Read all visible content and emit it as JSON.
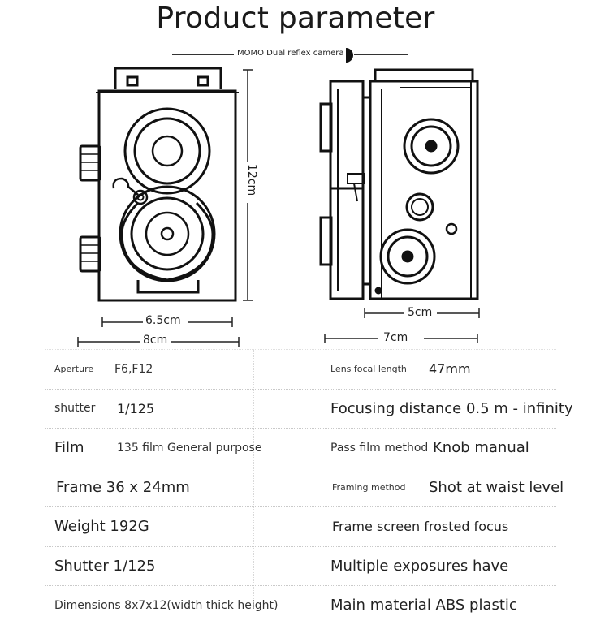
{
  "title": "Product parameter",
  "subtitle": "MOMO Dual reflex camera",
  "dimensions": {
    "front_width_inner": "6.5cm",
    "front_width_outer": "8cm",
    "height": "12cm",
    "side_depth_inner": "5cm",
    "side_depth_outer": "7cm"
  },
  "specs": [
    {
      "left_label": "Aperture",
      "left_value": "F6,F12",
      "right_label": "Lens focal length",
      "right_value": "47mm"
    },
    {
      "left_label": "shutter",
      "left_value": "1/125",
      "right_label": "Focusing distance 0.5 m - infinity",
      "right_value": ""
    },
    {
      "left_label": "Film",
      "left_value": "135 film General purpose",
      "right_label": "Pass film method",
      "right_value": "Knob manual"
    },
    {
      "left_label": "Frame 36 x 24mm",
      "left_value": "",
      "right_label": "Framing method",
      "right_value": "Shot at waist level"
    },
    {
      "left_label": "Weight 192G",
      "left_value": "",
      "right_label": "Frame screen frosted focus",
      "right_value": ""
    },
    {
      "left_label": "Shutter 1/125",
      "left_value": "",
      "right_label": "Multiple exposures have",
      "right_value": ""
    },
    {
      "left_label": "Dimensions 8x7x12(width thick height)",
      "left_value": "",
      "right_label": "Main material ABS plastic",
      "right_value": ""
    }
  ]
}
